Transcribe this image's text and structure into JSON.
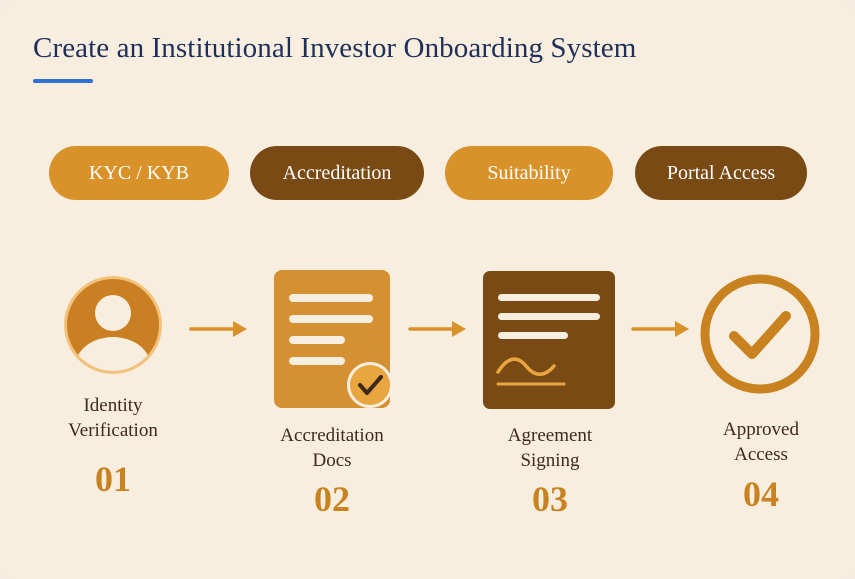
{
  "title": "Create an Institutional Investor Onboarding System",
  "colors": {
    "accent_blue": "#2f6fd6",
    "gold": "#d9912a",
    "brown": "#7a4a14",
    "background": "#f8eedf"
  },
  "pills": [
    {
      "label": "KYC / KYB",
      "style": "light"
    },
    {
      "label": "Accreditation",
      "style": "dark"
    },
    {
      "label": "Suitability",
      "style": "light"
    },
    {
      "label": "Portal Access",
      "style": "dark"
    }
  ],
  "steps": [
    {
      "icon": "user-avatar-icon",
      "label_line1": "Identity",
      "label_line2": "Verification",
      "number": "01"
    },
    {
      "icon": "checked-document-icon",
      "label_line1": "Accreditation",
      "label_line2": "Docs",
      "number": "02"
    },
    {
      "icon": "signed-agreement-icon",
      "label_line1": "Agreement",
      "label_line2": "Signing",
      "number": "03"
    },
    {
      "icon": "approved-check-icon",
      "label_line1": "Approved",
      "label_line2": "Access",
      "number": "04"
    }
  ]
}
